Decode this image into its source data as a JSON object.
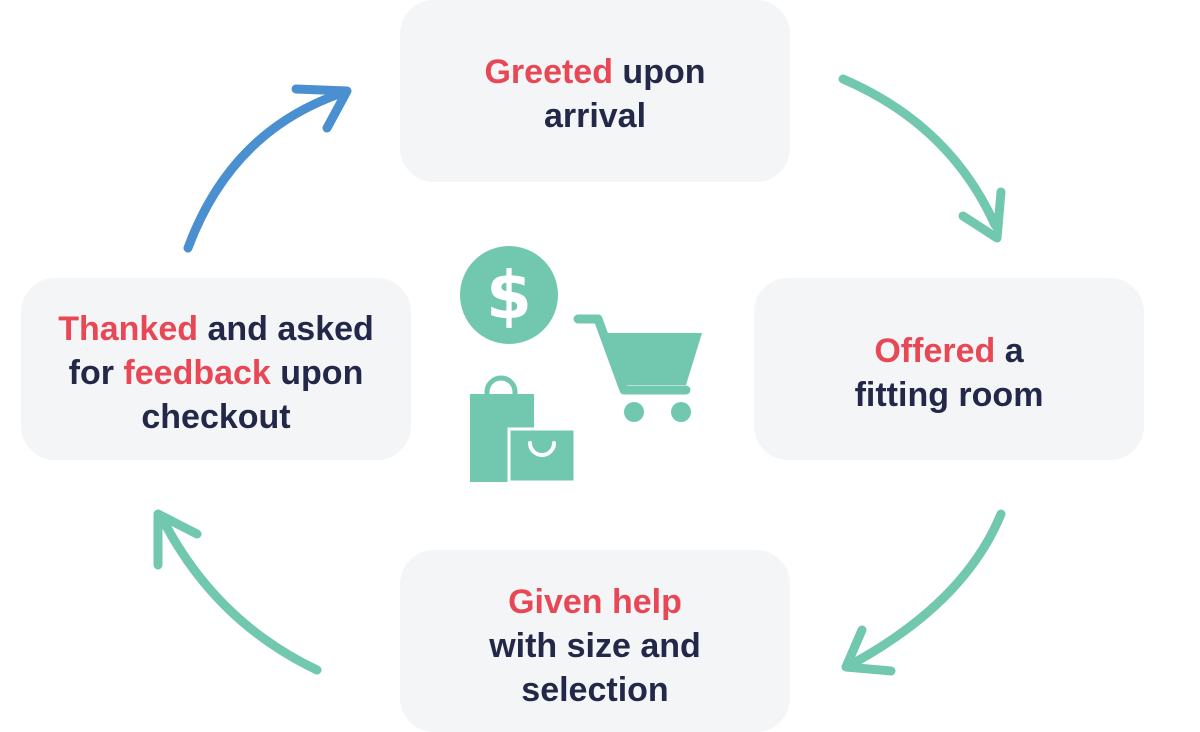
{
  "colors": {
    "highlight": "#e84855",
    "text": "#232849",
    "card_bg": "#f4f5f7",
    "green": "#71c8ae",
    "blue": "#4a8fd0"
  },
  "steps": [
    {
      "id": "greeted",
      "lines": [
        [
          {
            "text": "Greeted",
            "highlight": true
          },
          {
            "text": " upon",
            "highlight": false
          }
        ],
        [
          {
            "text": "arrival",
            "highlight": false
          }
        ]
      ]
    },
    {
      "id": "offered",
      "lines": [
        [
          {
            "text": "Offered",
            "highlight": true
          },
          {
            "text": " a",
            "highlight": false
          }
        ],
        [
          {
            "text": "fitting room",
            "highlight": false
          }
        ]
      ]
    },
    {
      "id": "given-help",
      "lines": [
        [
          {
            "text": "Given help",
            "highlight": true
          }
        ],
        [
          {
            "text": "with size and",
            "highlight": false
          }
        ],
        [
          {
            "text": "selection",
            "highlight": false
          }
        ]
      ]
    },
    {
      "id": "thanked",
      "lines": [
        [
          {
            "text": "Thanked",
            "highlight": true
          },
          {
            "text": " and asked",
            "highlight": false
          }
        ],
        [
          {
            "text": "for ",
            "highlight": false
          },
          {
            "text": "feedback",
            "highlight": true
          },
          {
            "text": " upon",
            "highlight": false
          }
        ],
        [
          {
            "text": "checkout",
            "highlight": false
          }
        ]
      ]
    }
  ],
  "center_icons": [
    "dollar-coin-icon",
    "shopping-cart-icon",
    "shopping-bags-icon"
  ],
  "arrows": [
    {
      "from": "greeted",
      "to": "offered",
      "color": "green"
    },
    {
      "from": "offered",
      "to": "given-help",
      "color": "green"
    },
    {
      "from": "given-help",
      "to": "thanked",
      "color": "green"
    },
    {
      "from": "thanked",
      "to": "greeted",
      "color": "blue"
    }
  ]
}
